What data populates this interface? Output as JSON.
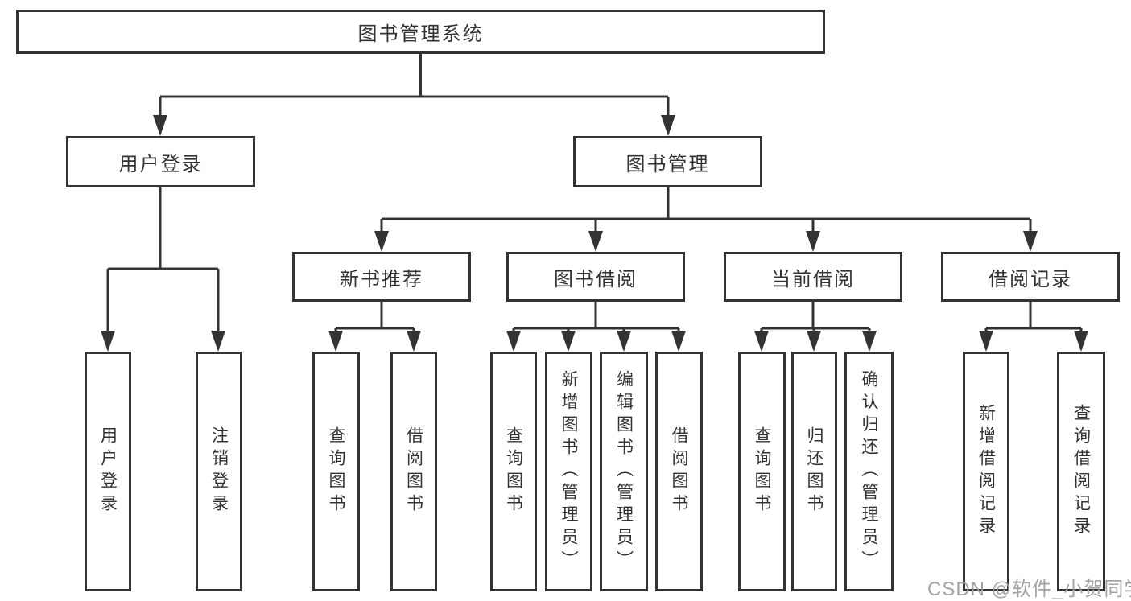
{
  "colors": {
    "line": "#333333",
    "box_border": "#333333",
    "text": "#333333",
    "watermark": "#9b9b9b",
    "background": "#ffffff"
  },
  "diagram": {
    "root": {
      "label": "图书管理系统"
    },
    "branches": [
      {
        "label": "用户登录",
        "children": [
          {
            "label": "用户登录"
          },
          {
            "label": "注销登录"
          }
        ]
      },
      {
        "label": "图书管理",
        "children": [
          {
            "label": "新书推荐",
            "children": [
              {
                "label": "查询图书"
              },
              {
                "label": "借阅图书"
              }
            ]
          },
          {
            "label": "图书借阅",
            "children": [
              {
                "label": "查询图书"
              },
              {
                "label": "新增图书（管理员）"
              },
              {
                "label": "编辑图书（管理员）"
              },
              {
                "label": "借阅图书"
              }
            ]
          },
          {
            "label": "当前借阅",
            "children": [
              {
                "label": "查询图书"
              },
              {
                "label": "归还图书"
              },
              {
                "label": "确认归还（管理员）"
              }
            ]
          },
          {
            "label": "借阅记录",
            "children": [
              {
                "label": "新增借阅记录"
              },
              {
                "label": "查询借阅记录"
              }
            ]
          }
        ]
      }
    ]
  },
  "watermark": {
    "text": "CSDN @软件_小贺同学"
  }
}
